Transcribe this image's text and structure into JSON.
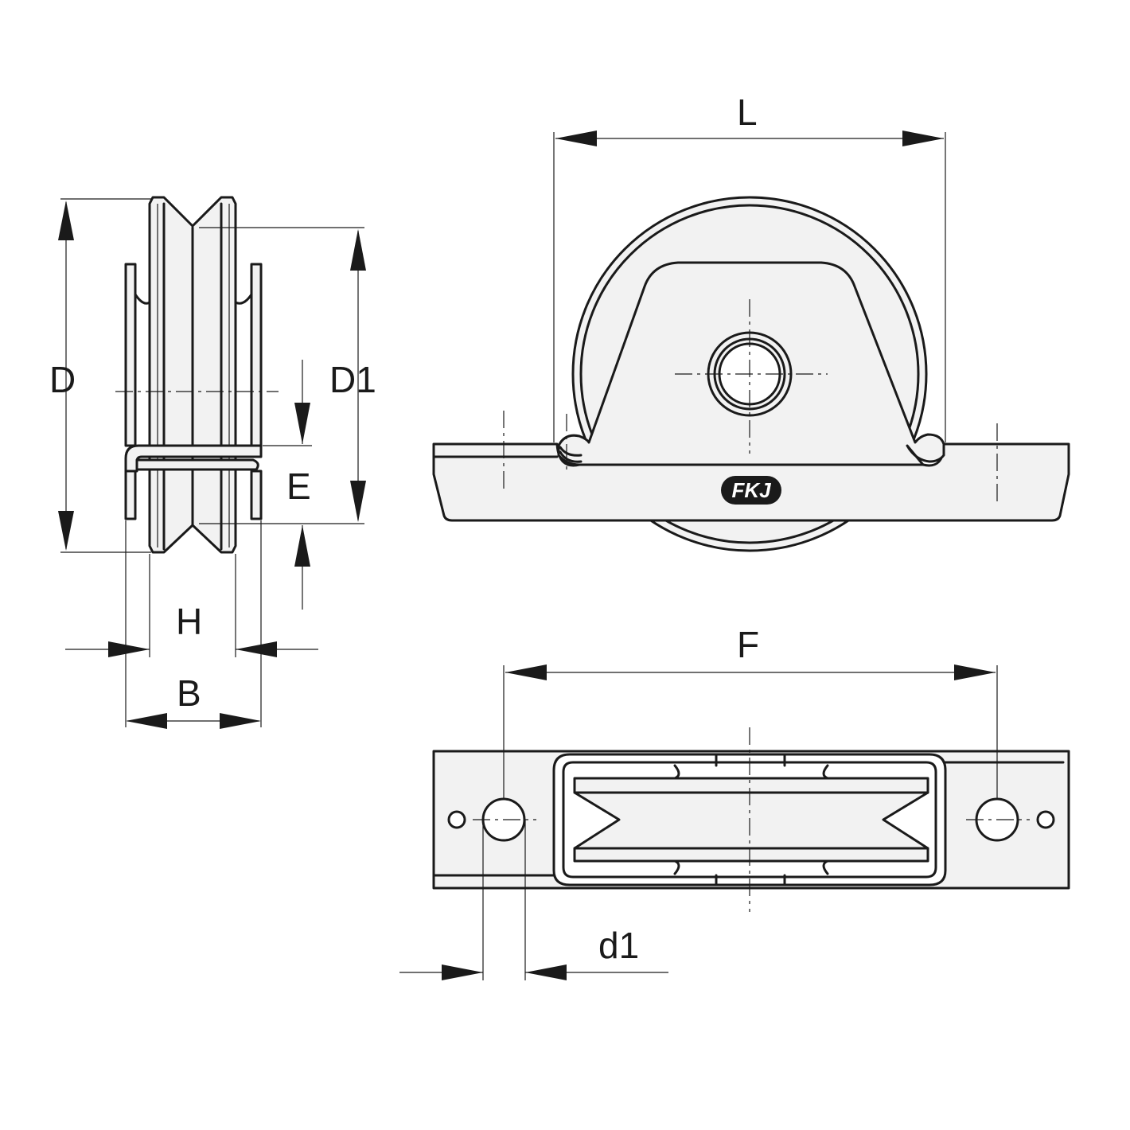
{
  "labels": {
    "D": "D",
    "D1": "D1",
    "E": "E",
    "H": "H",
    "B": "B",
    "L": "L",
    "F": "F",
    "d1": "d1"
  },
  "logo": {
    "text": "FKJ",
    "icon": "brand-logo-icon"
  }
}
